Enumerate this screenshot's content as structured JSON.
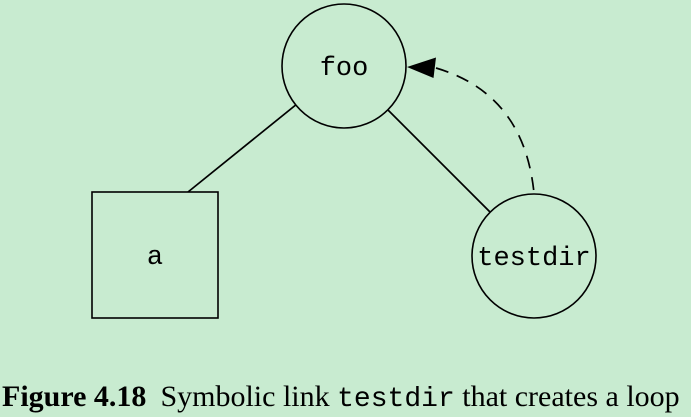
{
  "figure": {
    "type": "directory-tree-diagram",
    "colors": {
      "background": "#c8ebd0",
      "stroke": "#000000"
    },
    "nodes": {
      "foo": {
        "label": "foo",
        "shape": "circle"
      },
      "a": {
        "label": "a",
        "shape": "square"
      },
      "testdir": {
        "label": "testdir",
        "shape": "circle"
      }
    },
    "edges": [
      {
        "from": "foo",
        "to": "a",
        "style": "solid"
      },
      {
        "from": "foo",
        "to": "testdir",
        "style": "solid"
      },
      {
        "from": "testdir",
        "to": "foo",
        "style": "dashed",
        "arrowhead": "into-foo"
      }
    ],
    "caption": {
      "label": "Figure 4.18",
      "before_code": "Symbolic link",
      "code": "testdir",
      "after_code": "that creates a loop"
    }
  }
}
